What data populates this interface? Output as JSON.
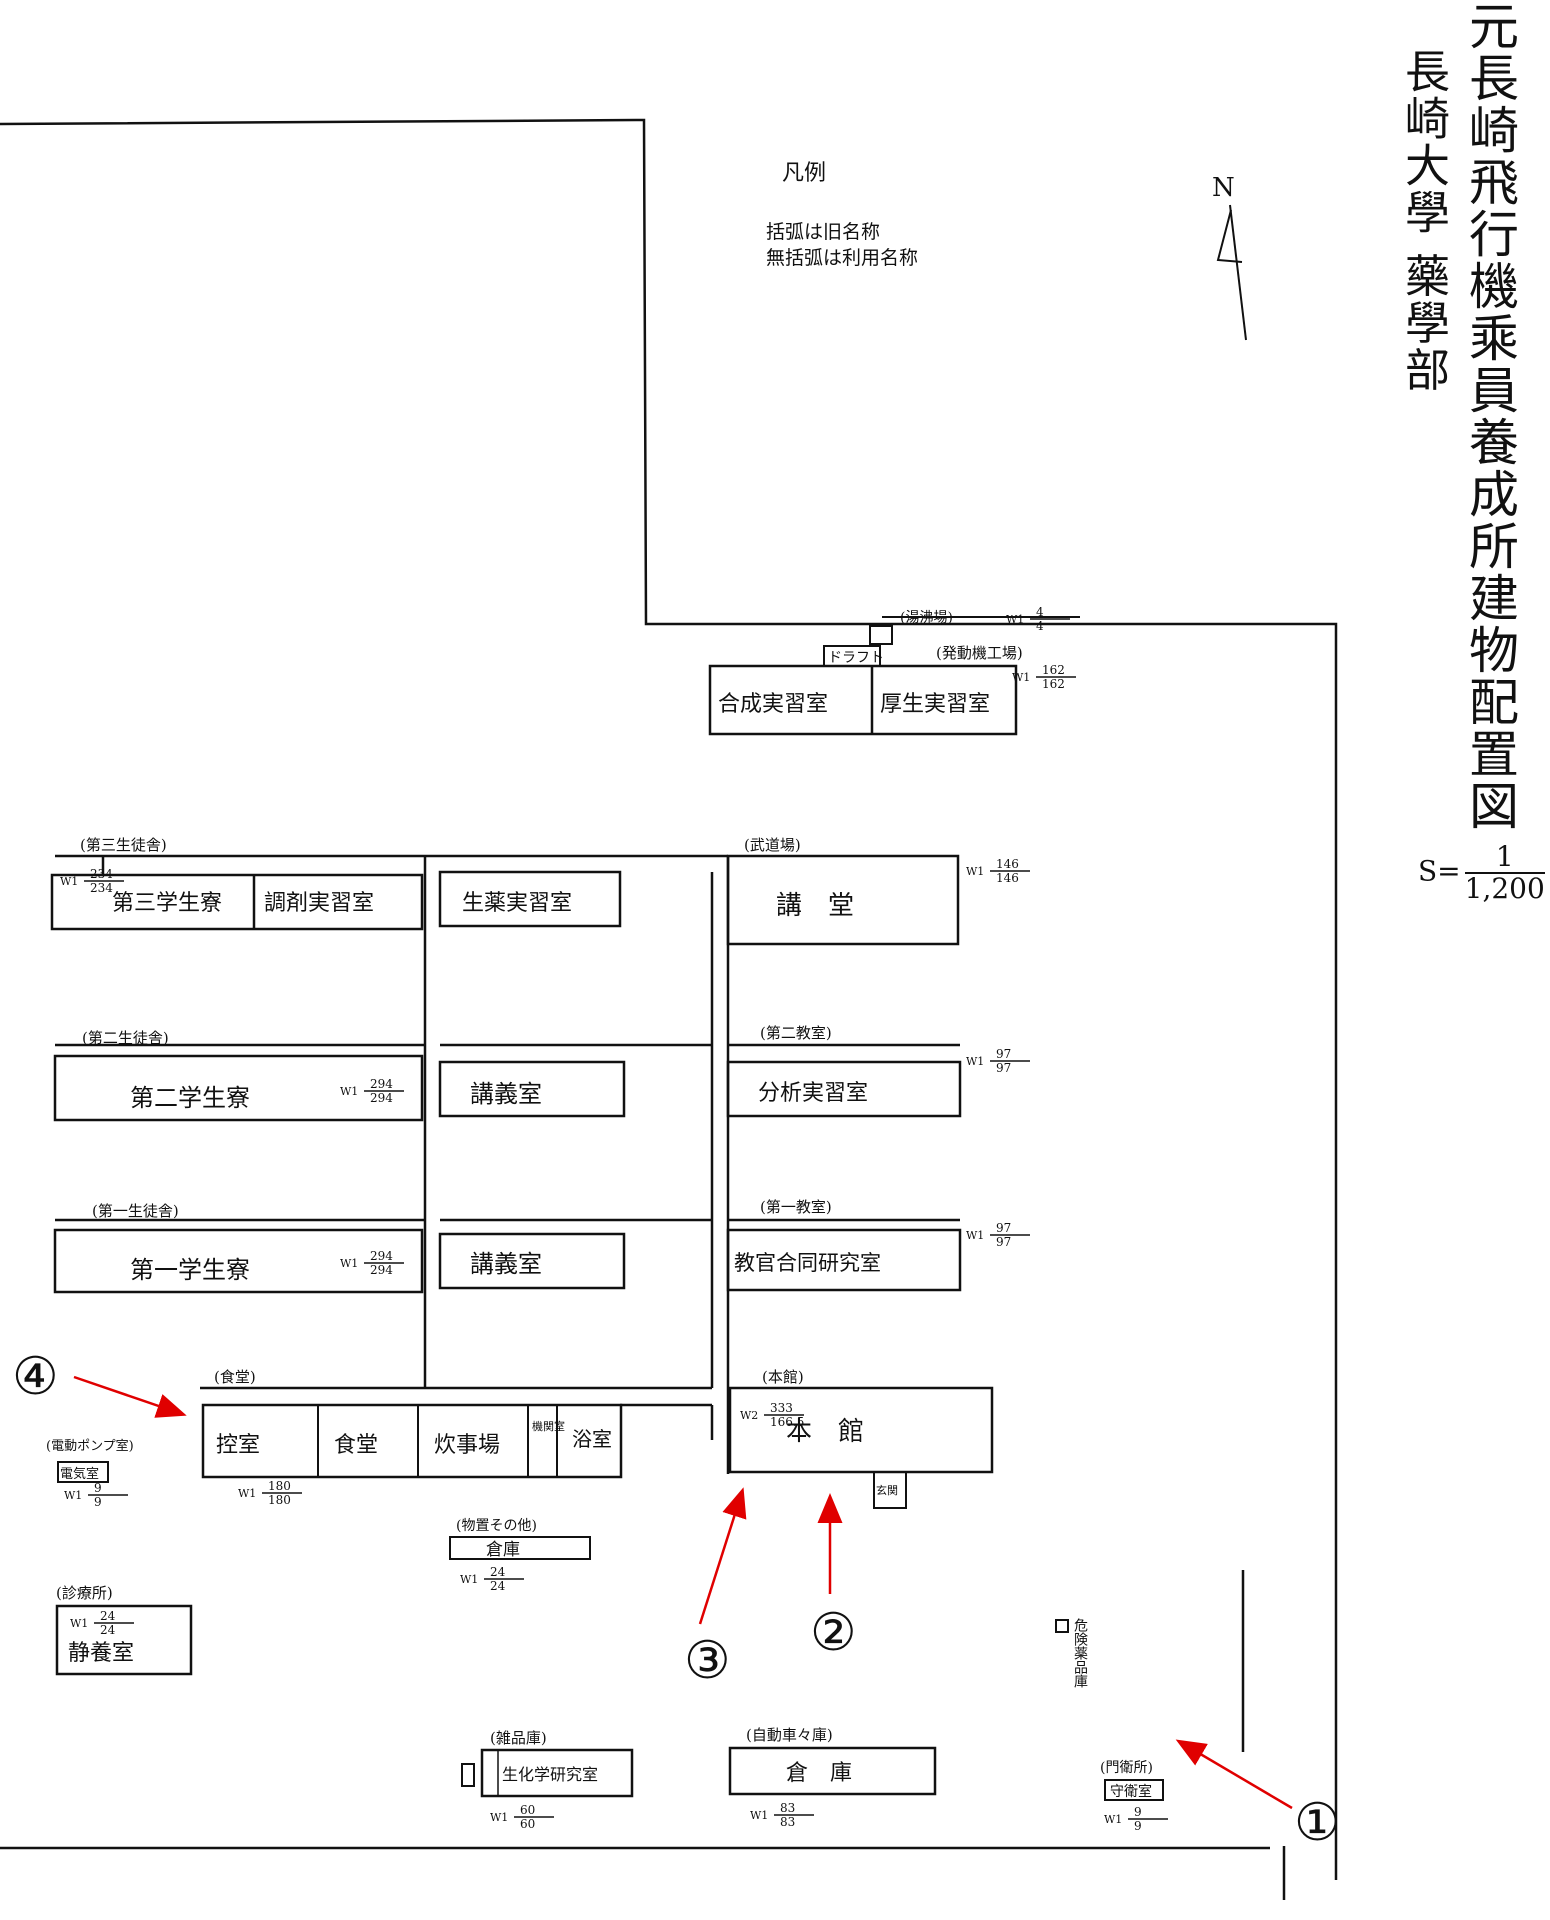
{
  "title": {
    "main": "元長崎飛行機乘員養成所建物配置図",
    "sub": "長崎大學 藥學部"
  },
  "scale": {
    "prefix": "S=",
    "numerator": "1",
    "denominator": "1,200"
  },
  "north": "N",
  "legend": {
    "heading": "凡例",
    "line1": "括弧は旧名称",
    "line2": "無括弧は利用名称"
  },
  "buildings": {
    "synthesis_lab": "合成実習室",
    "welfare_lab": "厚生実習室",
    "draft": "ドラフト",
    "power_factory_old": "(発動機工場)",
    "kettle_old": "(湯沸場)",
    "third_dorm": "第三学生寮",
    "prep_lab": "調剤実習室",
    "biochem_lab": "生薬実習室",
    "auditorium": "講　堂",
    "budo_old": "(武道場)",
    "third_dorm_old": "(第三生徒舎)",
    "second_dorm_old": "(第二生徒舎)",
    "second_dorm": "第二学生寮",
    "lecture1": "講義室",
    "analysis_lab": "分析実習室",
    "second_class_old": "(第二教室)",
    "first_dorm_old": "(第一生徒舎)",
    "first_dorm": "第一学生寮",
    "lecture2": "講義室",
    "faculty_lab": "教官合同研究室",
    "first_class_old": "(第一教室)",
    "dining_old": "(食堂)",
    "waiting": "控室",
    "dining": "食堂",
    "kitchen": "炊事場",
    "machine": "機関室",
    "bath": "浴室",
    "main_hall_old": "(本館)",
    "main_hall": "本　館",
    "entrance": "玄関",
    "pump_old": "(電動ポンプ室)",
    "pump": "電気室",
    "storage_old": "(物置その他)",
    "storage": "倉庫",
    "clinic_old": "(診療所)",
    "clinic": "静養室",
    "goods_old": "(雑品庫)",
    "goods": "生化学研究室",
    "garage_old": "(自動車々庫)",
    "garage": "倉　庫",
    "hazard": "危険薬品庫",
    "gate_old": "(門衛所)",
    "gate": "守衛室"
  },
  "area_labels": {
    "kettle": {
      "w": "W1",
      "n": "4",
      "d": "4"
    },
    "synthesis": {
      "w": "W1",
      "n": "162",
      "d": "162"
    },
    "third_dorm": {
      "w": "W1",
      "n": "234",
      "d": "234"
    },
    "auditorium": {
      "w": "W1",
      "n": "146",
      "d": "146"
    },
    "second_dorm": {
      "w": "W1",
      "n": "294",
      "d": "294"
    },
    "analysis": {
      "w": "W1",
      "n": "97",
      "d": "97"
    },
    "first_dorm": {
      "w": "W1",
      "n": "294",
      "d": "294"
    },
    "faculty": {
      "w": "W1",
      "n": "97",
      "d": "97"
    },
    "main_hall": {
      "w": "W2",
      "n": "333",
      "d": "166.5"
    },
    "dining": {
      "w": "W1",
      "n": "180",
      "d": "180"
    },
    "pump": {
      "w": "W1",
      "n": "9",
      "d": "9"
    },
    "storage": {
      "w": "W1",
      "n": "24",
      "d": "24"
    },
    "clinic": {
      "w": "W1",
      "n": "24",
      "d": "24"
    },
    "goods": {
      "w": "W1",
      "n": "60",
      "d": "60"
    },
    "garage": {
      "w": "W1",
      "n": "83",
      "d": "83"
    },
    "gate": {
      "w": "W1",
      "n": "9",
      "d": "9"
    }
  },
  "markers": {
    "m1": "①",
    "m2": "②",
    "m3": "③",
    "m4": "④"
  },
  "colors": {
    "ink": "#111111",
    "arrow": "#e00000"
  }
}
